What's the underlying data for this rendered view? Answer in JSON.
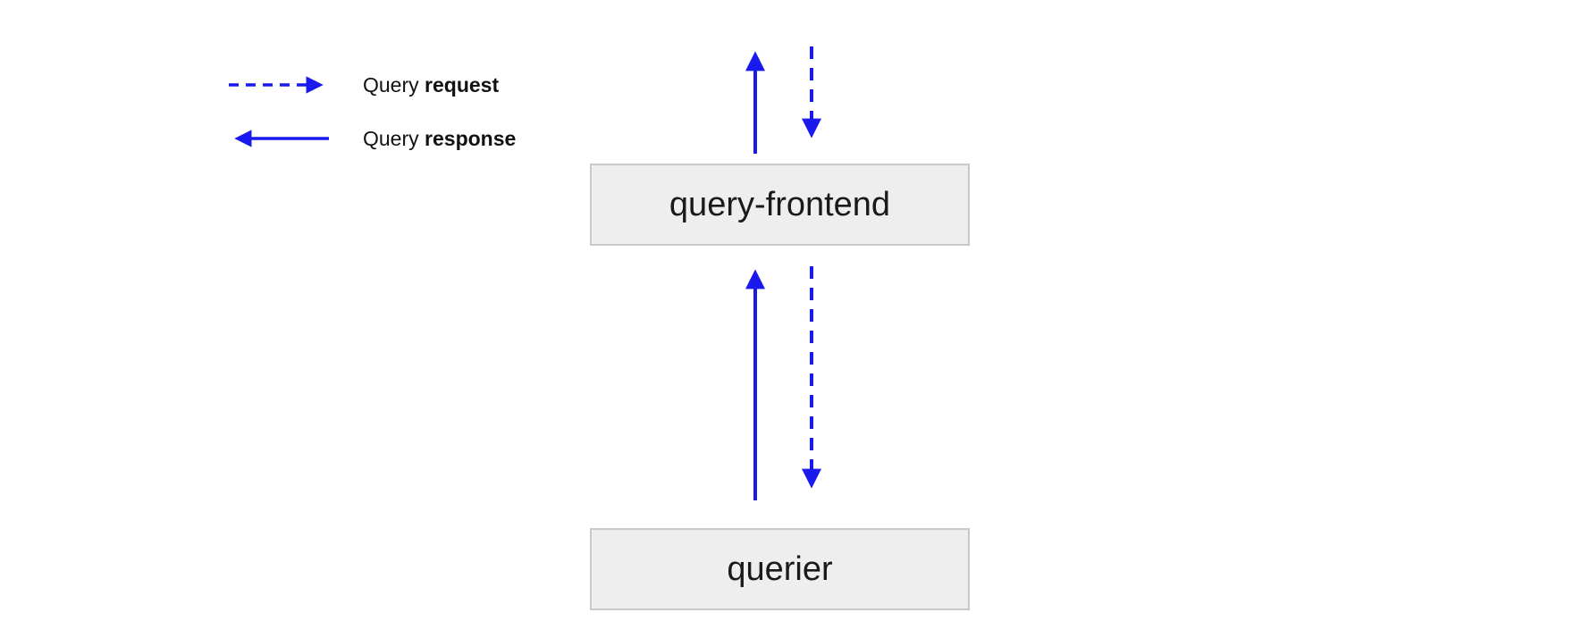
{
  "diagram": {
    "legend": {
      "request": {
        "prefix": "Query ",
        "bold": "request",
        "line_style": "dashed",
        "arrow_direction": "right"
      },
      "response": {
        "prefix": "Query ",
        "bold": "response",
        "line_style": "solid",
        "arrow_direction": "left"
      }
    },
    "nodes": [
      {
        "id": "query-frontend",
        "label": "query-frontend"
      },
      {
        "id": "querier",
        "label": "querier"
      }
    ],
    "edges": [
      {
        "name": "query-response-up-from-query-frontend",
        "type": "response",
        "style": "solid",
        "direction": "up"
      },
      {
        "name": "query-request-down-to-query-frontend",
        "type": "request",
        "style": "dashed",
        "direction": "down"
      },
      {
        "name": "query-response-up-from-querier",
        "type": "response",
        "style": "solid",
        "direction": "up"
      },
      {
        "name": "query-request-down-to-querier",
        "type": "request",
        "style": "dashed",
        "direction": "down"
      }
    ],
    "colors": {
      "arrow": "#1a1aee",
      "node_bg": "#eeeeee",
      "node_border": "#c9c9c9",
      "text": "#111111"
    }
  }
}
